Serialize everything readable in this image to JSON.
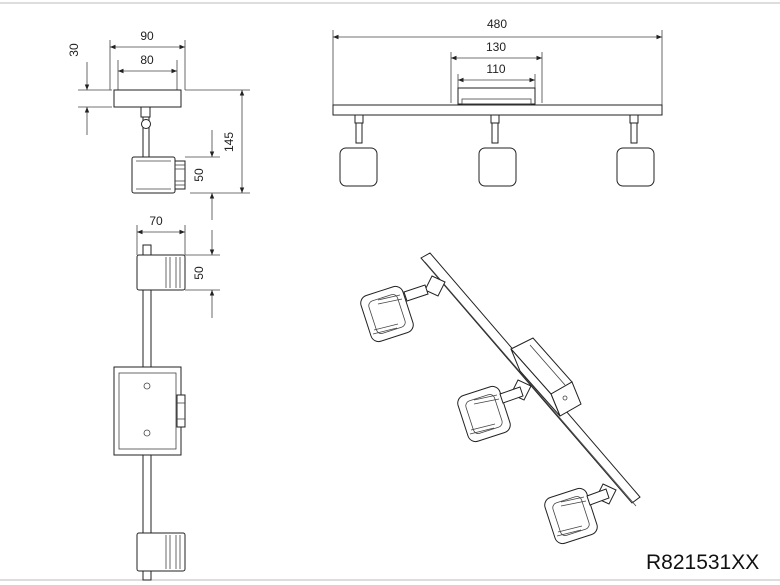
{
  "views": {
    "side": {
      "dim_width_outer": "90",
      "dim_width_inner": "80",
      "dim_plate_height": "30",
      "dim_total_height": "145",
      "dim_head_height": "50"
    },
    "front": {
      "dim_total_length": "480",
      "dim_plate_outer": "130",
      "dim_plate_inner": "110"
    },
    "top": {
      "dim_head_width": "70",
      "dim_head_depth": "50"
    }
  },
  "product_code": "R821531XX"
}
